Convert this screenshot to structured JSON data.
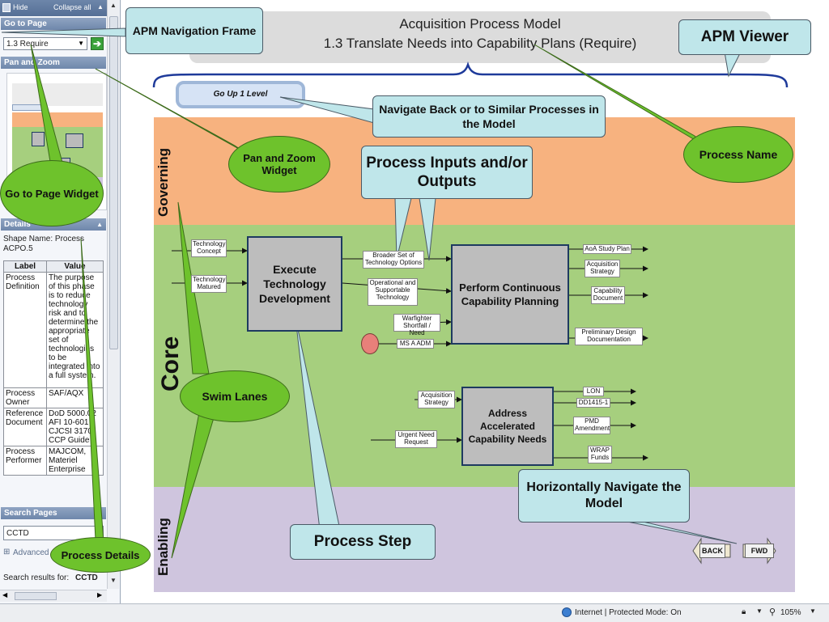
{
  "nav_frame": {
    "hide_label": "Hide",
    "collapse_label": "Collapse all",
    "goto_header": "Go to Page",
    "goto_value": "1.3 Require",
    "panzoom_header": "Pan and Zoom",
    "details_header": "Details",
    "shape_name": "Shape Name: Process ACPO.5",
    "table_headers": [
      "Label",
      "Value"
    ],
    "rows": [
      {
        "label": "Process Definition",
        "value": "The purpose of this phase is to reduce technology risk and to determine the appropriate set of technologies to be integrated into a full system."
      },
      {
        "label": "Process Owner",
        "value": "SAF/AQX"
      },
      {
        "label": "Reference Document",
        "value": "DoD 5000.02 AFI 10-601 CJCSI 3170 CCP Guide"
      },
      {
        "label": "Process Performer",
        "value": "MAJCOM, Materiel Enterprise"
      }
    ],
    "search_header": "Search Pages",
    "search_value": "CCTD",
    "advanced_label": "Advanced",
    "results_prefix": "Search results for:",
    "results_term": "CCTD"
  },
  "viewer": {
    "title_line1": "Acquisition Process Model",
    "title_line2": "1.3 Translate Needs into Capability Plans (Require)",
    "go_up": "Go Up 1 Level",
    "lanes": [
      "Governing",
      "Core",
      "Enabling"
    ],
    "processes": {
      "execute": "Execute Technology Development",
      "perform": "Perform Continuous Capability Planning",
      "address": "Address Accelerated Capability Needs"
    },
    "io_labels": {
      "tech_concept": "Technology Concept",
      "tech_matured": "Technology Matured",
      "broader_set": "Broader Set of Technology Options",
      "op_supportable": "Operational and Supportable Technology",
      "warfighter": "Warfighter Shortfall / Need",
      "ms_a": "MS A ADM",
      "aoa": "AoA Study Plan",
      "acq_strategy_out": "Acquisition Strategy",
      "cap_doc": "Capability Document",
      "prelim": "Preliminary Design Documentation",
      "acq_strategy_in": "Acquisition Strategy",
      "urgent": "Urgent Need Request",
      "lon": "LON",
      "dd1415": "DD1415-1",
      "pmd": "PMD Amendment",
      "wrap": "WRAP Funds"
    },
    "back_label": "BACK",
    "fwd_label": "FWD"
  },
  "callouts": {
    "apm_nav": "APM Navigation Frame",
    "apm_viewer": "APM Viewer",
    "navigate_back": "Navigate Back or to Similar Processes in the Model",
    "process_io": "Process Inputs and/or Outputs",
    "process_name": "Process Name",
    "pan_zoom": "Pan and Zoom Widget",
    "goto_page": "Go to Page Widget",
    "swim_lanes": "Swim Lanes",
    "process_step": "Process Step",
    "horizontal": "Horizontally Navigate the Model",
    "process_details": "Process Details"
  },
  "status_bar": {
    "zone": "Internet | Protected Mode: On",
    "zoom": "105%"
  },
  "colors": {
    "governing": "#f7b27f",
    "core": "#a6cf7e",
    "enabling": "#cfc5de",
    "callout_fill": "#bfe6ea",
    "ellipse_fill": "#6ec22c",
    "process_fill": "#bdbdbd"
  }
}
